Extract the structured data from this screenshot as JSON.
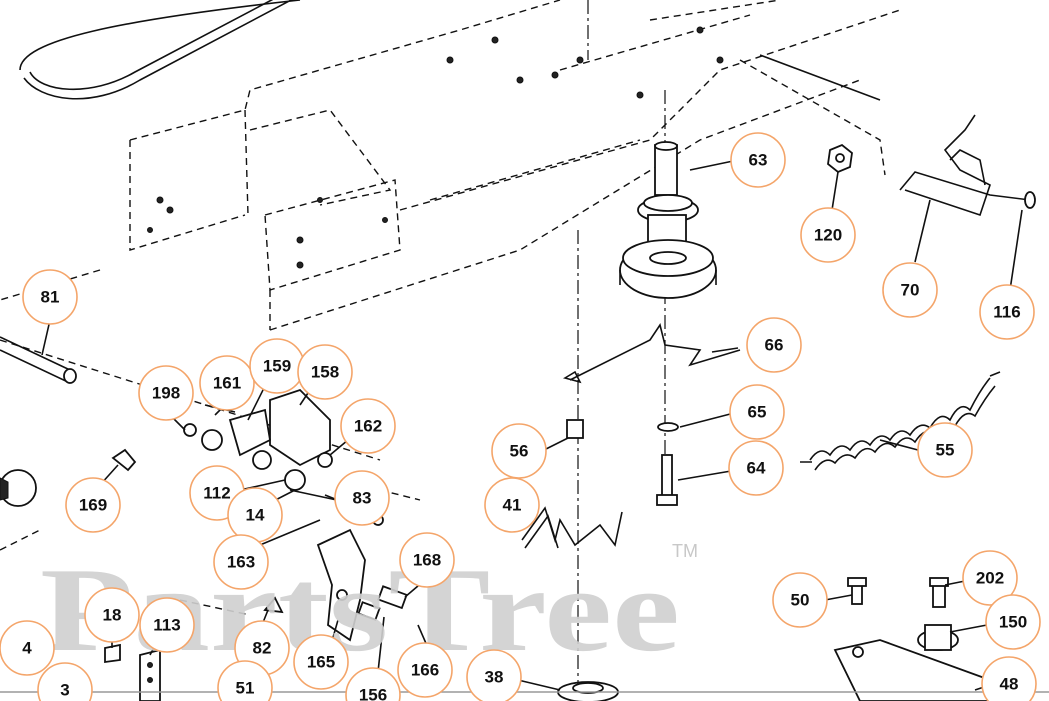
{
  "watermark": {
    "brand": "PartsTree",
    "trademark": "TM"
  },
  "callouts": [
    {
      "id": "63",
      "label": "63"
    },
    {
      "id": "120",
      "label": "120"
    },
    {
      "id": "70",
      "label": "70"
    },
    {
      "id": "116",
      "label": "116"
    },
    {
      "id": "81",
      "label": "81"
    },
    {
      "id": "66",
      "label": "66"
    },
    {
      "id": "198",
      "label": "198"
    },
    {
      "id": "161",
      "label": "161"
    },
    {
      "id": "159",
      "label": "159"
    },
    {
      "id": "158",
      "label": "158"
    },
    {
      "id": "65",
      "label": "65"
    },
    {
      "id": "162",
      "label": "162"
    },
    {
      "id": "56",
      "label": "56"
    },
    {
      "id": "55",
      "label": "55"
    },
    {
      "id": "64",
      "label": "64"
    },
    {
      "id": "169",
      "label": "169"
    },
    {
      "id": "112",
      "label": "112"
    },
    {
      "id": "83",
      "label": "83"
    },
    {
      "id": "41",
      "label": "41"
    },
    {
      "id": "14",
      "label": "14"
    },
    {
      "id": "163",
      "label": "163"
    },
    {
      "id": "168",
      "label": "168"
    },
    {
      "id": "202",
      "label": "202"
    },
    {
      "id": "50",
      "label": "50"
    },
    {
      "id": "18",
      "label": "18"
    },
    {
      "id": "113",
      "label": "113"
    },
    {
      "id": "150",
      "label": "150"
    },
    {
      "id": "4",
      "label": "4"
    },
    {
      "id": "82",
      "label": "82"
    },
    {
      "id": "165",
      "label": "165"
    },
    {
      "id": "166",
      "label": "166"
    },
    {
      "id": "3",
      "label": "3"
    },
    {
      "id": "51",
      "label": "51"
    },
    {
      "id": "156",
      "label": "156"
    },
    {
      "id": "38",
      "label": "38"
    },
    {
      "id": "48",
      "label": "48"
    }
  ]
}
